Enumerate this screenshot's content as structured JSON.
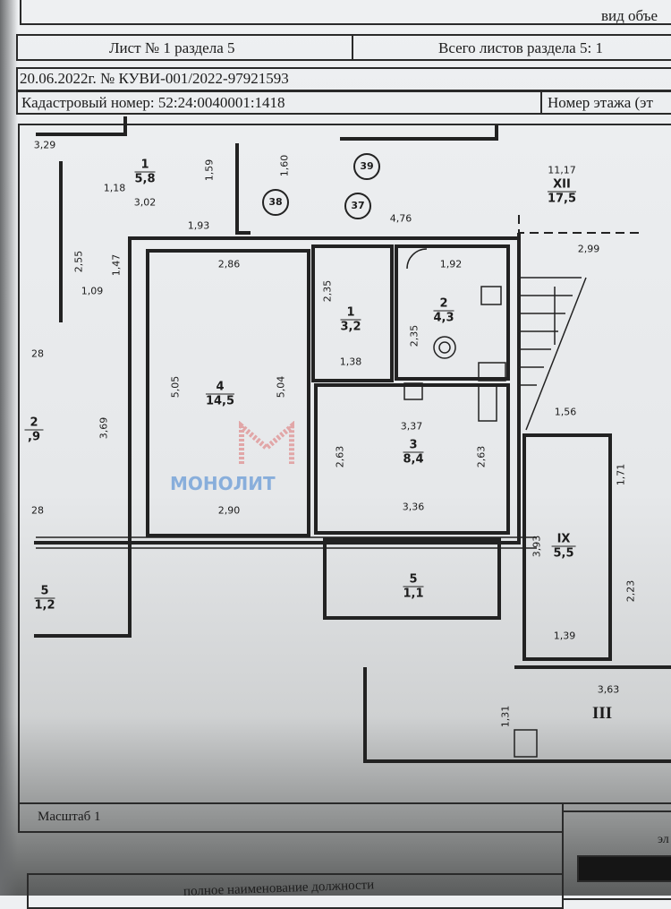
{
  "header": {
    "object_type": "вид объе",
    "sheet": "Лист № 1 раздела 5",
    "total_sheets": "Всего листов раздела 5: 1",
    "doc_number": "20.06.2022г. № КУВИ-001/2022-97921593",
    "cadastral": "Кадастровый номер: 52:24:0040001:1418",
    "floor_number": "Номер этажа (эт"
  },
  "footer": {
    "scale": "Масштаб 1",
    "right_label": "эл",
    "position_label": "полное наименование должности"
  },
  "plan": {
    "dimensions": [
      "3,29",
      "1,18",
      "3,02",
      "1,59",
      "1,93",
      "1,60",
      "4,76",
      "2,55",
      "1,47",
      "1,09",
      "2,86",
      "2,35",
      "1,92",
      "2,99",
      "2,35",
      "1,38",
      "28",
      "5,05",
      "5,04",
      "3,69",
      "3,37",
      "2,63",
      "2,63",
      "1,56",
      "1,71",
      "28",
      "2,90",
      "3,36",
      "3,93",
      "2,23",
      "1,39",
      "3,63",
      "1,31"
    ],
    "rooms": [
      {
        "num": "1",
        "area": "5,8"
      },
      {
        "num": "4",
        "area": "14,5"
      },
      {
        "num": "1",
        "area": "3,2"
      },
      {
        "num": "2",
        "area": "4,3"
      },
      {
        "num": "3",
        "area": "8,4"
      },
      {
        "num": "XII",
        "area": "17,5",
        "note": "11,17"
      },
      {
        "num": "2",
        "area": ",9"
      },
      {
        "num": "5",
        "area": "1,2"
      },
      {
        "num": "5",
        "area": "1,1"
      },
      {
        "num": "IX",
        "area": "5,5"
      }
    ],
    "section_label": "III",
    "markers": [
      "38",
      "39",
      "37"
    ]
  },
  "watermark": {
    "text": "МОНОЛИТ",
    "color": "#3d7fd0"
  }
}
